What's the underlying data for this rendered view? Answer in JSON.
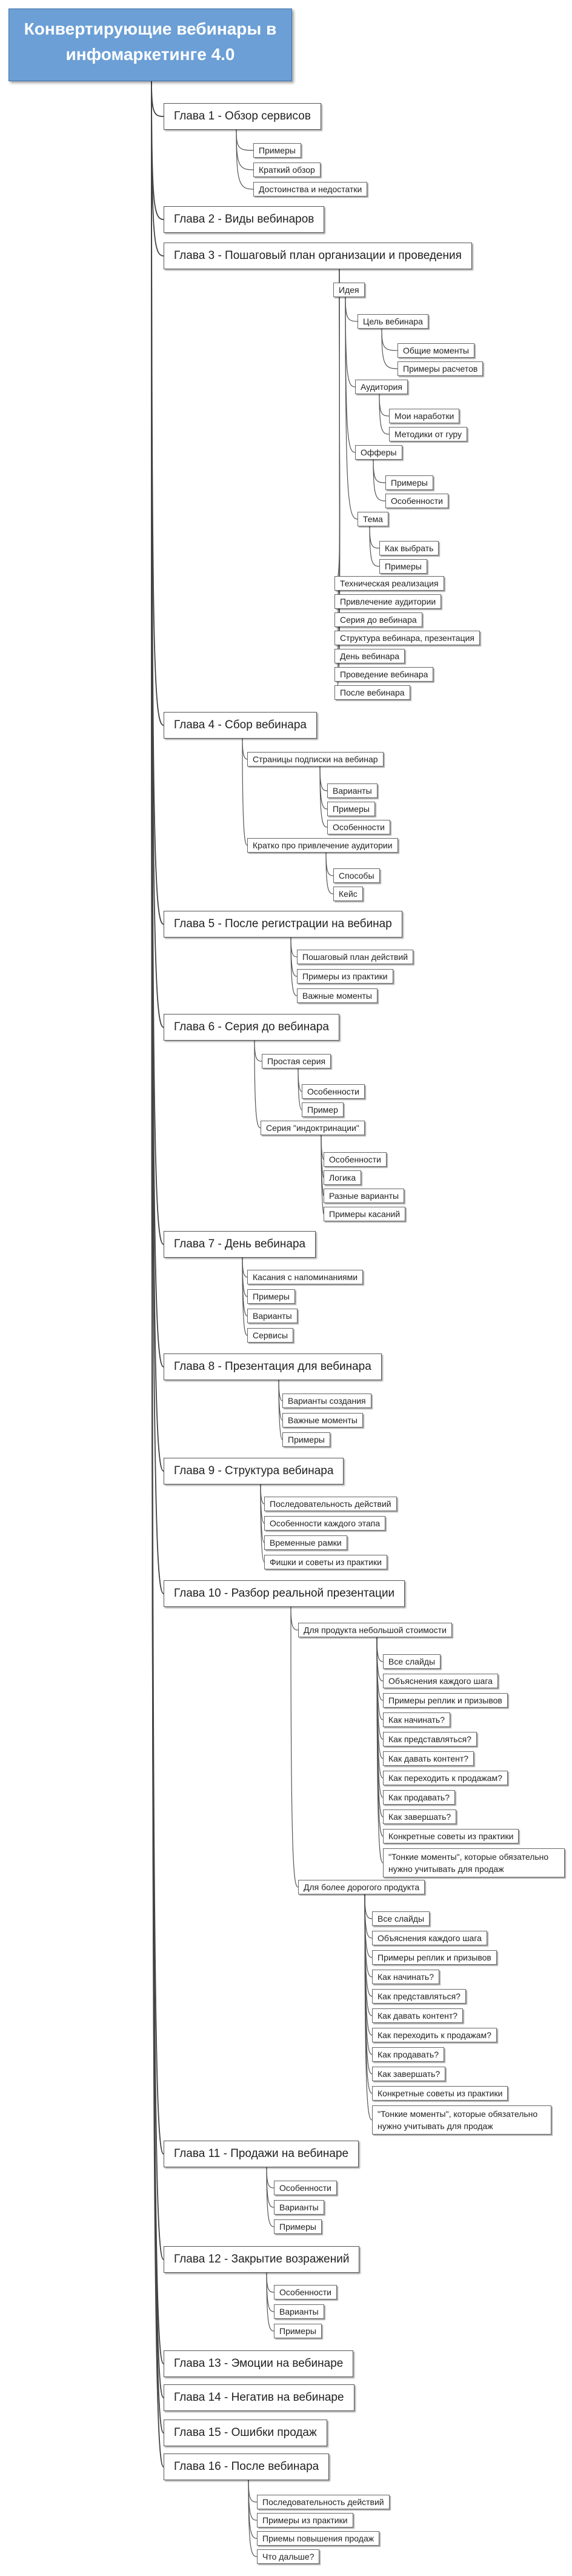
{
  "title": "Конвертирующие вебинары в инфомаркетинге 4.0",
  "chapters": [
    {
      "label": "Глава 1 - Обзор сервисов",
      "items": [
        "Примеры",
        "Краткий обзор",
        "Достоинства и недостатки"
      ]
    },
    {
      "label": "Глава 2 - Виды вебинаров"
    },
    {
      "label": "Глава 3 - Пошаговый план организации и проведения",
      "ideia": "Идея",
      "goal": "Цель вебинара",
      "goal_items": [
        "Общие моменты",
        "Примеры расчетов"
      ],
      "audience": "Аудитория",
      "audience_items": [
        "Мои наработки",
        "Методики от гуру"
      ],
      "offers": "Офферы",
      "offers_items": [
        "Примеры",
        "Особенности"
      ],
      "topic": "Тема",
      "topic_items": [
        "Как выбрать",
        "Примеры"
      ],
      "rest": [
        "Техническая реализация",
        "Привлечение аудитории",
        "Серия до вебинара",
        "Структура вебинара, презентация",
        "День вебинара",
        "Проведение вебинара",
        "После вебинара"
      ]
    },
    {
      "label": "Глава 4 - Сбор вебинара",
      "a": "Страницы подписки на вебинар",
      "a_items": [
        "Варианты",
        "Примеры",
        "Особенности"
      ],
      "b": "Кратко про привлечение аудитории",
      "b_items": [
        "Способы",
        "Кейс"
      ]
    },
    {
      "label": "Глава 5 - После регистрации на вебинар",
      "items": [
        "Пошаговый план действий",
        "Примеры из практики",
        "Важные моменты"
      ]
    },
    {
      "label": "Глава 6 - Серия до вебинара",
      "a": "Простая серия",
      "a_items": [
        "Особенности",
        "Пример"
      ],
      "b": "Серия \"индоктринации\"",
      "b_items": [
        "Особенности",
        "Логика",
        "Разные варианты",
        "Примеры касаний"
      ]
    },
    {
      "label": "Глава 7 - День вебинара",
      "items": [
        "Касания с напоминаниями",
        "Примеры",
        "Варианты",
        "Сервисы"
      ]
    },
    {
      "label": "Глава 8 - Презентация для вебинара",
      "items": [
        "Варианты создания",
        "Важные моменты",
        "Примеры"
      ]
    },
    {
      "label": "Глава 9 - Структура вебинара",
      "items": [
        "Последовательность действий",
        "Особенности каждого этапа",
        "Временные рамки",
        "Фишки и советы из практики"
      ]
    },
    {
      "label": "Глава 10 - Разбор реальной презентации",
      "a": "Для продукта небольшой стоимости",
      "a_items": [
        "Все слайды",
        "Объяснения каждого шага",
        "Примеры реплик и призывов",
        "Как начинать?",
        "Как представляться?",
        "Как давать контент?",
        "Как переходить к продажам?",
        "Как продавать?",
        "Как завершать?",
        "Конкретные советы из практики",
        "\"Тонкие моменты\", которые обязательно нужно учитывать для продаж"
      ],
      "b": "Для более дорогого продукта",
      "b_items": [
        "Все слайды",
        "Объяснения каждого шага",
        "Примеры реплик и призывов",
        "Как начинать?",
        "Как представляться?",
        "Как давать контент?",
        "Как переходить к продажам?",
        "Как продавать?",
        "Как завершать?",
        "Конкретные советы из практики",
        "\"Тонкие моменты\", которые обязательно нужно учитывать для продаж"
      ]
    },
    {
      "label": "Глава 11 - Продажи на вебинаре",
      "items": [
        "Особенности",
        "Варианты",
        "Примеры"
      ]
    },
    {
      "label": "Глава 12 - Закрытие возражений",
      "items": [
        "Особенности",
        "Варианты",
        "Примеры"
      ]
    },
    {
      "label": "Глава 13 - Эмоции на вебинаре"
    },
    {
      "label": "Глава 14 - Негатив на вебинаре"
    },
    {
      "label": "Глава 15 - Ошибки продаж"
    },
    {
      "label": "Глава 16 - После вебинара",
      "items": [
        "Последовательность действий",
        "Примеры из практики",
        "Приемы повышения продаж",
        "Что дальше?"
      ]
    }
  ]
}
